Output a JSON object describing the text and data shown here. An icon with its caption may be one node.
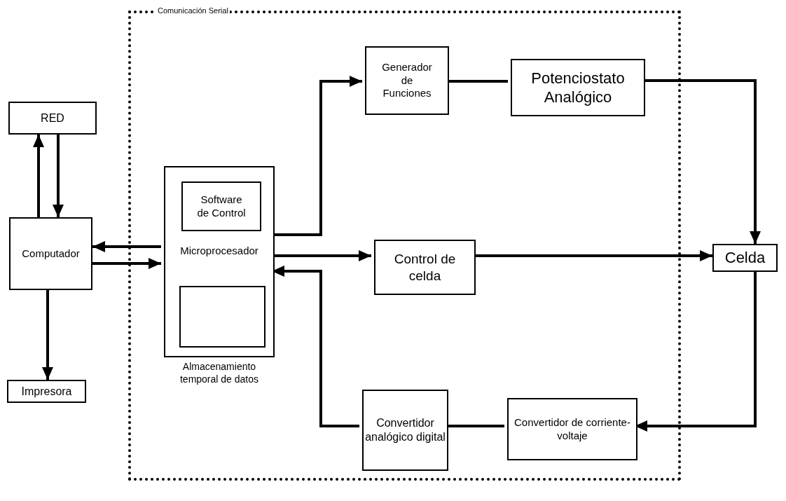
{
  "diagram": {
    "nodes": [
      {
        "text": [
          "Comunicación Serial"
        ]
      },
      {
        "text": [
          "RED"
        ]
      },
      {
        "text": [
          "Computador"
        ]
      },
      {
        "text": [
          "Impresora"
        ]
      },
      {
        "text": [
          "Microprocesador"
        ],
        "in": 0,
        "beside": [
          "Almacenamiento temporal de datos"
        ]
      },
      {
        "text": [
          "Software de Control"
        ],
        "in": 4
      },
      {
        "text": [],
        "shape": "box",
        "in": 4
      },
      {
        "text": [
          "Generador de Funciones"
        ],
        "in": 0
      },
      {
        "text": [
          "Potenciostato Analógico"
        ],
        "in": 0
      },
      {
        "text": [
          "Control de celda"
        ],
        "in": 0
      },
      {
        "text": [
          "Celda"
        ]
      },
      {
        "text": [
          "Convertidor analógico digital"
        ],
        "in": 0
      },
      {
        "text": [
          "Convertidor de corriente-voltaje"
        ],
        "in": 0
      }
    ],
    "edges": [
      {
        "from": 2,
        "to": 1,
        "arrow": "to"
      },
      {
        "from": 1,
        "to": 2,
        "arrow": "to"
      },
      {
        "from": 2,
        "to": 3,
        "arrow": "to"
      },
      {
        "from": 4,
        "to": 2,
        "arrow": "to"
      },
      {
        "from": 2,
        "to": 4,
        "arrow": "to"
      },
      {
        "from": 4,
        "to": 7,
        "arrow": "to"
      },
      {
        "from": 7,
        "to": 8,
        "arrow": "none"
      },
      {
        "from": 8,
        "to": 10,
        "arrow": "to"
      },
      {
        "from": 4,
        "to": 9,
        "arrow": "to"
      },
      {
        "from": 9,
        "to": 10,
        "arrow": "to"
      },
      {
        "from": 10,
        "to": 12,
        "arrow": "to"
      },
      {
        "from": 12,
        "to": 11,
        "arrow": "none"
      },
      {
        "from": 11,
        "to": 4,
        "arrow": "to"
      }
    ]
  }
}
